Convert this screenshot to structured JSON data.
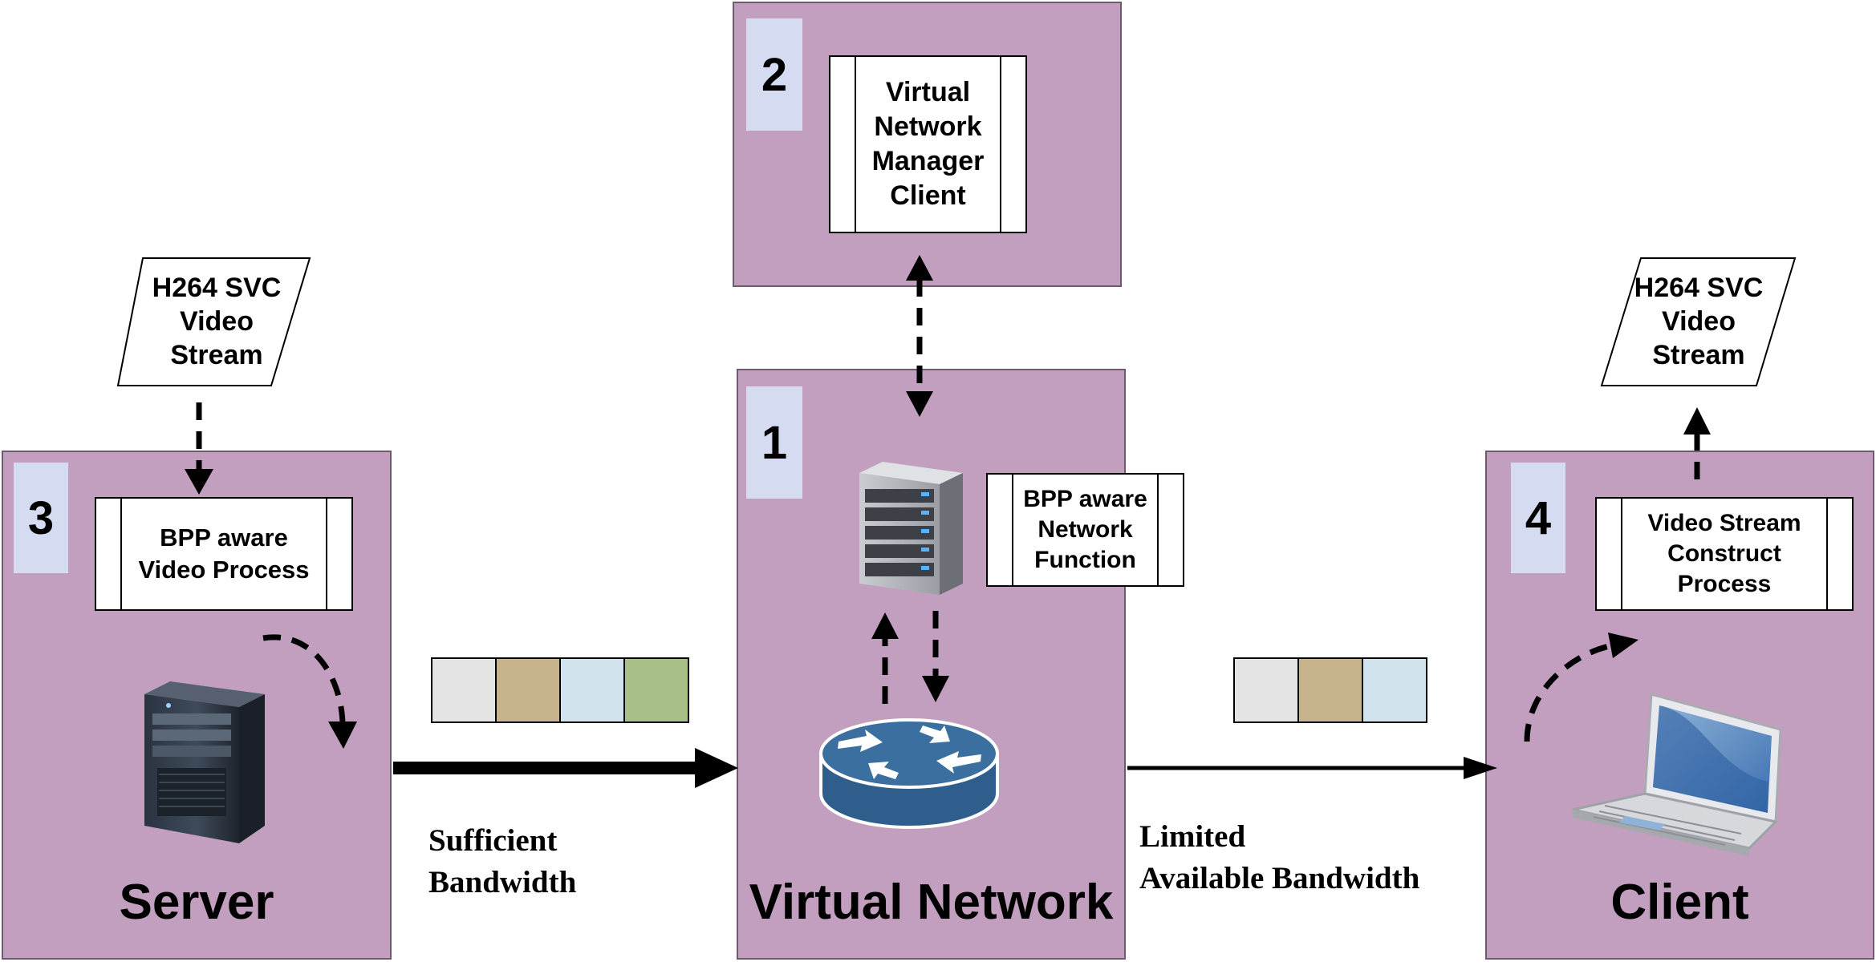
{
  "server": {
    "number": "3",
    "label": "Server",
    "process": "BPP aware\nVideo Process",
    "input": "H264 SVC\nVideo\nStream"
  },
  "virtual_network": {
    "number": "1",
    "label": "Virtual Network",
    "function": "BPP aware\nNetwork\nFunction"
  },
  "manager": {
    "number": "2",
    "process": "Virtual\nNetwork\nManager\nClient"
  },
  "client": {
    "number": "4",
    "label": "Client",
    "process": "Video Stream\nConstruct\nProcess",
    "output": "H264 SVC\nVideo\nStream"
  },
  "links": {
    "sufficient": "Sufficient\nBandwidth",
    "limited": "Limited\nAvailable Bandwidth"
  },
  "colors": {
    "region": "#c29fbe",
    "number_box": "#d5dcf1",
    "layer_1": "#e4e4e4",
    "layer_2": "#c8b48c",
    "layer_3": "#d1e3ec",
    "layer_4": "#a8bf88",
    "router": "#336699"
  },
  "icons": {
    "server": "tower-server-icon",
    "network": "rack-server-icon",
    "router": "router-icon",
    "client": "laptop-icon"
  }
}
